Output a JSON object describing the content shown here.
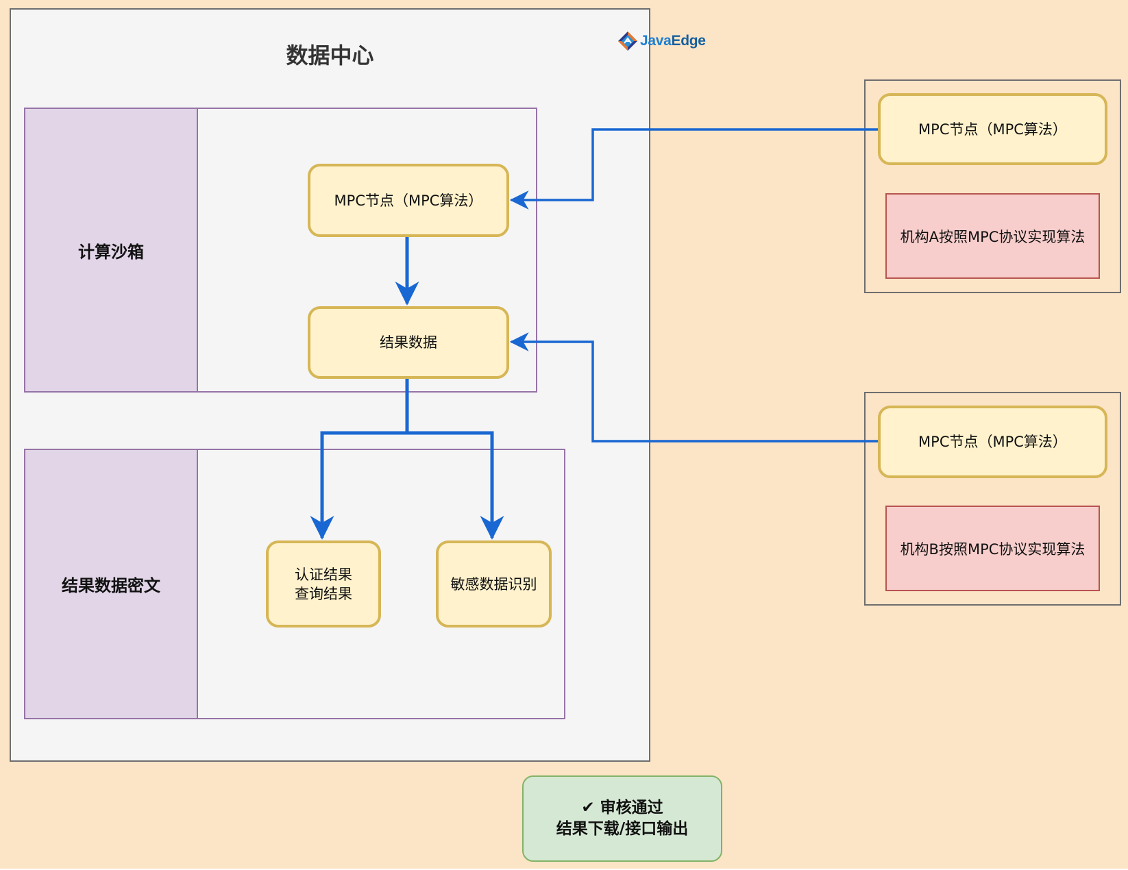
{
  "diagram": {
    "title": "数据中心",
    "logo": {
      "icon": "javaedge-logo-icon",
      "text_part1": "Java",
      "text_part2": "Edge"
    },
    "sandbox": {
      "label": "计算沙箱",
      "nodes": {
        "mpc_node": "MPC节点（MPC算法）",
        "result_data": "结果数据"
      }
    },
    "cipher": {
      "label": "结果数据密文",
      "nodes": {
        "auth_result_line1": "认证结果",
        "auth_result_line2": "查询结果",
        "sensitive": "敏感数据识别"
      }
    },
    "institution_a": {
      "mpc_node": "MPC节点（MPC算法）",
      "implementation": "机构A按照MPC协议实现算法"
    },
    "institution_b": {
      "mpc_node": "MPC节点（MPC算法）",
      "implementation": "机构B按照MPC协议实现算法"
    },
    "approval": {
      "check_icon": "✔",
      "line1": "审核通过",
      "line2": "结果下载/接口输出"
    },
    "colors": {
      "background": "#fce4c6",
      "datacenter_fill": "#f5f5f5",
      "pool_border": "#9673a6",
      "pool_label_fill": "#e1d5e7",
      "node_fill": "#fff2cc",
      "node_border": "#d6b656",
      "impl_fill": "#f8cecc",
      "impl_border": "#b85450",
      "approval_fill": "#d5e8d4",
      "approval_border": "#82b366",
      "connector": "#1967d2"
    },
    "connections": [
      {
        "from": "institution-a-mpc-node",
        "to": "sandbox-mpc-node"
      },
      {
        "from": "sandbox-mpc-node",
        "to": "result-data-node"
      },
      {
        "from": "institution-b-mpc-node",
        "to": "result-data-node"
      },
      {
        "from": "result-data-node",
        "to": "auth-result-node"
      },
      {
        "from": "result-data-node",
        "to": "sensitive-data-node"
      }
    ]
  }
}
